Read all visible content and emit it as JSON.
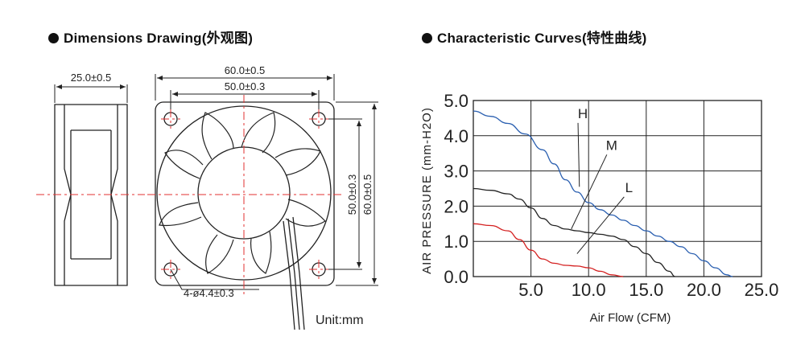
{
  "dimensions": {
    "title": "Dimensions Drawing(外观图)",
    "depth": "25.0±0.5",
    "outer_width": "60.0±0.5",
    "hole_spacing_h": "50.0±0.3",
    "hole_spacing_v": "50.0±0.3",
    "outer_height": "60.0±0.5",
    "holes": "4-ø4.4±0.3",
    "unit": "Unit:mm"
  },
  "colors": {
    "H": "#2a5fb0",
    "M": "#222222",
    "L": "#d42020",
    "center_line": "#e03030"
  },
  "chart_data": {
    "type": "line",
    "title": "Characteristic Curves(特性曲线)",
    "xlabel": "Air Flow (CFM)",
    "ylabel": "AIR PRESSURE (mm-H2O)",
    "xlim": [
      0,
      25
    ],
    "ylim": [
      0,
      5
    ],
    "xticks": [
      "5.0",
      "10.0",
      "15.0",
      "20.0",
      "25.0"
    ],
    "yticks": [
      "0.0",
      "1.0",
      "2.0",
      "3.0",
      "4.0",
      "5.0"
    ],
    "grid": true,
    "series": [
      {
        "name": "H",
        "points": [
          [
            0,
            4.7
          ],
          [
            1.5,
            4.55
          ],
          [
            3,
            4.35
          ],
          [
            4.5,
            4.05
          ],
          [
            6,
            3.6
          ],
          [
            7,
            3.2
          ],
          [
            8,
            2.75
          ],
          [
            9,
            2.4
          ],
          [
            10,
            2.1
          ],
          [
            11,
            1.9
          ],
          [
            12,
            1.75
          ],
          [
            13,
            1.6
          ],
          [
            14,
            1.45
          ],
          [
            15,
            1.3
          ],
          [
            16,
            1.15
          ],
          [
            17,
            1.0
          ],
          [
            18,
            0.85
          ],
          [
            19,
            0.65
          ],
          [
            20,
            0.45
          ],
          [
            21,
            0.25
          ],
          [
            22,
            0.05
          ],
          [
            22.5,
            0
          ]
        ]
      },
      {
        "name": "M",
        "points": [
          [
            0,
            2.5
          ],
          [
            1.5,
            2.45
          ],
          [
            3,
            2.35
          ],
          [
            4,
            2.2
          ],
          [
            5,
            1.95
          ],
          [
            6,
            1.65
          ],
          [
            7,
            1.45
          ],
          [
            8,
            1.35
          ],
          [
            9,
            1.3
          ],
          [
            10,
            1.25
          ],
          [
            11,
            1.2
          ],
          [
            12,
            1.15
          ],
          [
            13,
            1.05
          ],
          [
            14,
            0.85
          ],
          [
            15,
            0.65
          ],
          [
            16,
            0.4
          ],
          [
            17,
            0.15
          ],
          [
            17.5,
            0
          ]
        ]
      },
      {
        "name": "L",
        "points": [
          [
            0,
            1.5
          ],
          [
            1.5,
            1.45
          ],
          [
            3,
            1.3
          ],
          [
            4,
            1.05
          ],
          [
            5,
            0.75
          ],
          [
            6,
            0.5
          ],
          [
            7,
            0.38
          ],
          [
            8,
            0.32
          ],
          [
            9,
            0.3
          ],
          [
            10,
            0.25
          ],
          [
            11,
            0.15
          ],
          [
            12,
            0.05
          ],
          [
            13,
            0
          ]
        ]
      }
    ],
    "annotations": [
      {
        "text": "H",
        "pos": [
          9.5,
          4.5
        ]
      },
      {
        "text": "M",
        "pos": [
          12,
          3.6
        ]
      },
      {
        "text": "L",
        "pos": [
          13.5,
          2.4
        ]
      }
    ]
  }
}
